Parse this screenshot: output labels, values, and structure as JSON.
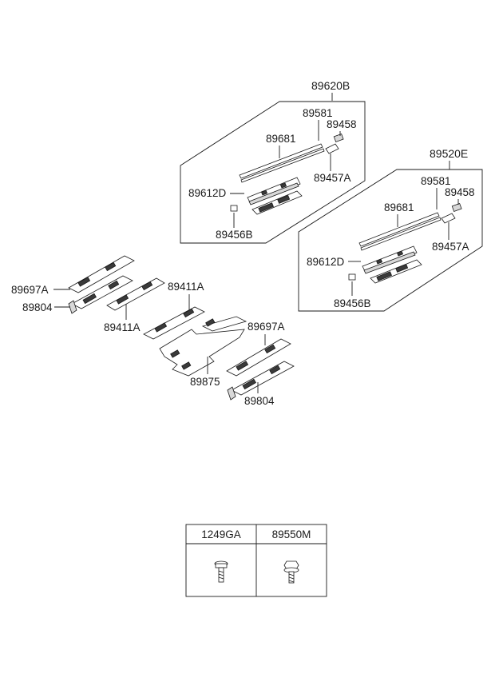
{
  "group_a": {
    "title": "89620B",
    "labels": {
      "rail_long": "89581",
      "trim": "89681",
      "clip": "89458",
      "cover": "89457A",
      "guide": "89612D",
      "stopper": "89456B"
    }
  },
  "group_b": {
    "title": "89520E",
    "labels": {
      "rail_long": "89581",
      "trim": "89681",
      "clip": "89458",
      "cover": "89457A",
      "guide": "89612D",
      "stopper": "89456B"
    }
  },
  "lower": {
    "cover_left": "89697A",
    "base_left": "89804",
    "rail_left": "89411A",
    "rail_right": "89411A",
    "center_plate": "89875",
    "cover_right": "89697A",
    "base_right": "89804"
  },
  "fastener_table": {
    "col1": "1249GA",
    "col2": "89550M",
    "col1_icon": "bolt-icon",
    "col2_icon": "flange-bolt-icon"
  }
}
